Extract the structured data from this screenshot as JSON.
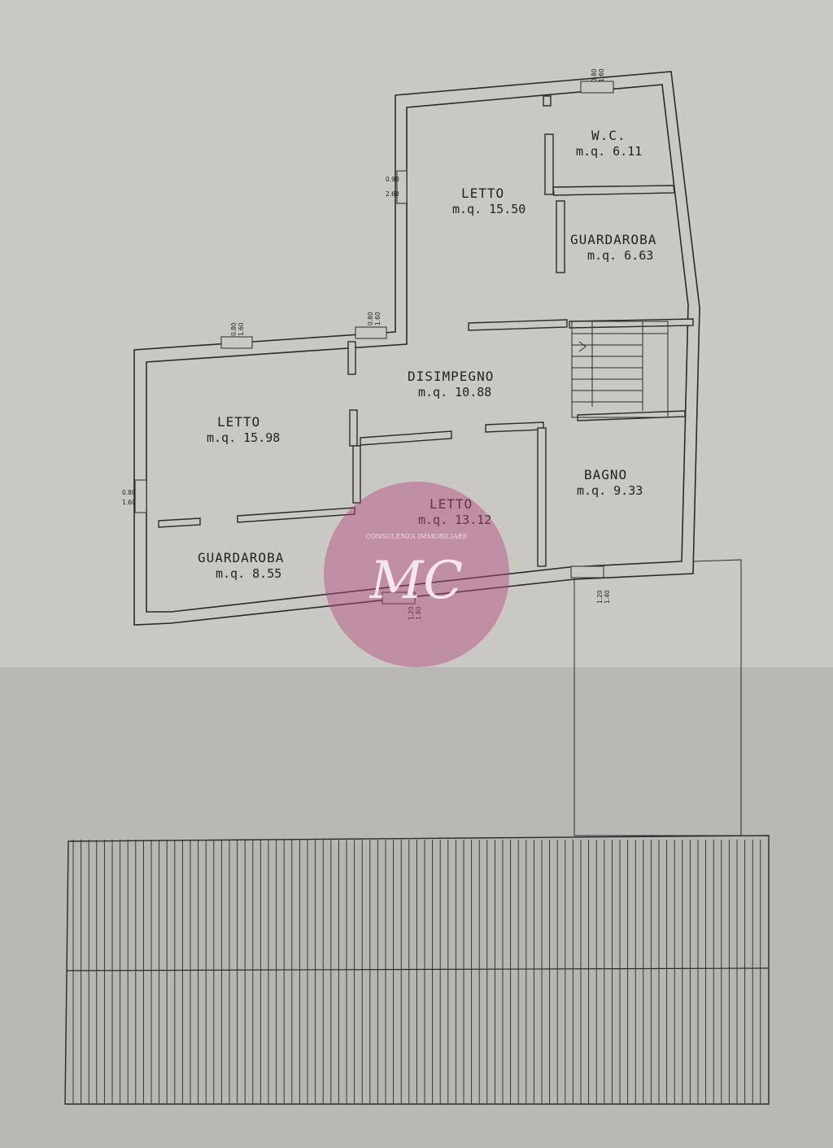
{
  "rooms": [
    {
      "id": "letto-1",
      "name": "LETTO",
      "area_label": "m.q.  15.50"
    },
    {
      "id": "wc",
      "name": "W.C.",
      "area_label": "m.q.  6.11"
    },
    {
      "id": "guardaroba-1",
      "name": "GUARDAROBA",
      "area_label": "m.q.  6.63"
    },
    {
      "id": "disimpegno",
      "name": "DISIMPEGNO",
      "area_label": "m.q.  10.88"
    },
    {
      "id": "letto-2",
      "name": "LETTO",
      "area_label": "m.q.  15.98"
    },
    {
      "id": "letto-3",
      "name": "LETTO",
      "area_label": "m.q.  13.12"
    },
    {
      "id": "bagno",
      "name": "BAGNO",
      "area_label": "m.q.  9.33"
    },
    {
      "id": "guardaroba-2",
      "name": "GUARDAROBA",
      "area_label": "m.q.  8.55"
    }
  ],
  "openings": [
    {
      "id": "top",
      "width": "0.80",
      "height": "1.60"
    },
    {
      "id": "left-upper",
      "width": "0.90",
      "height": "2.60"
    },
    {
      "id": "mid-a",
      "width": "0.80",
      "height": "1.60"
    },
    {
      "id": "mid-b",
      "width": "0.80",
      "height": "1.60"
    },
    {
      "id": "left-lower",
      "width": "0.80",
      "height": "1.60"
    },
    {
      "id": "bottom-mid",
      "width": "1.20",
      "height": "1.60"
    },
    {
      "id": "bottom-right",
      "width": "1.20",
      "height": "1.40"
    }
  ],
  "watermark": {
    "monogram": "MC",
    "tagline": "CONSULENZA IMMOBILIARE",
    "color": "#b5467c"
  },
  "colors": {
    "paper": "#c9c8c3",
    "ink": "#2a2a2a"
  }
}
